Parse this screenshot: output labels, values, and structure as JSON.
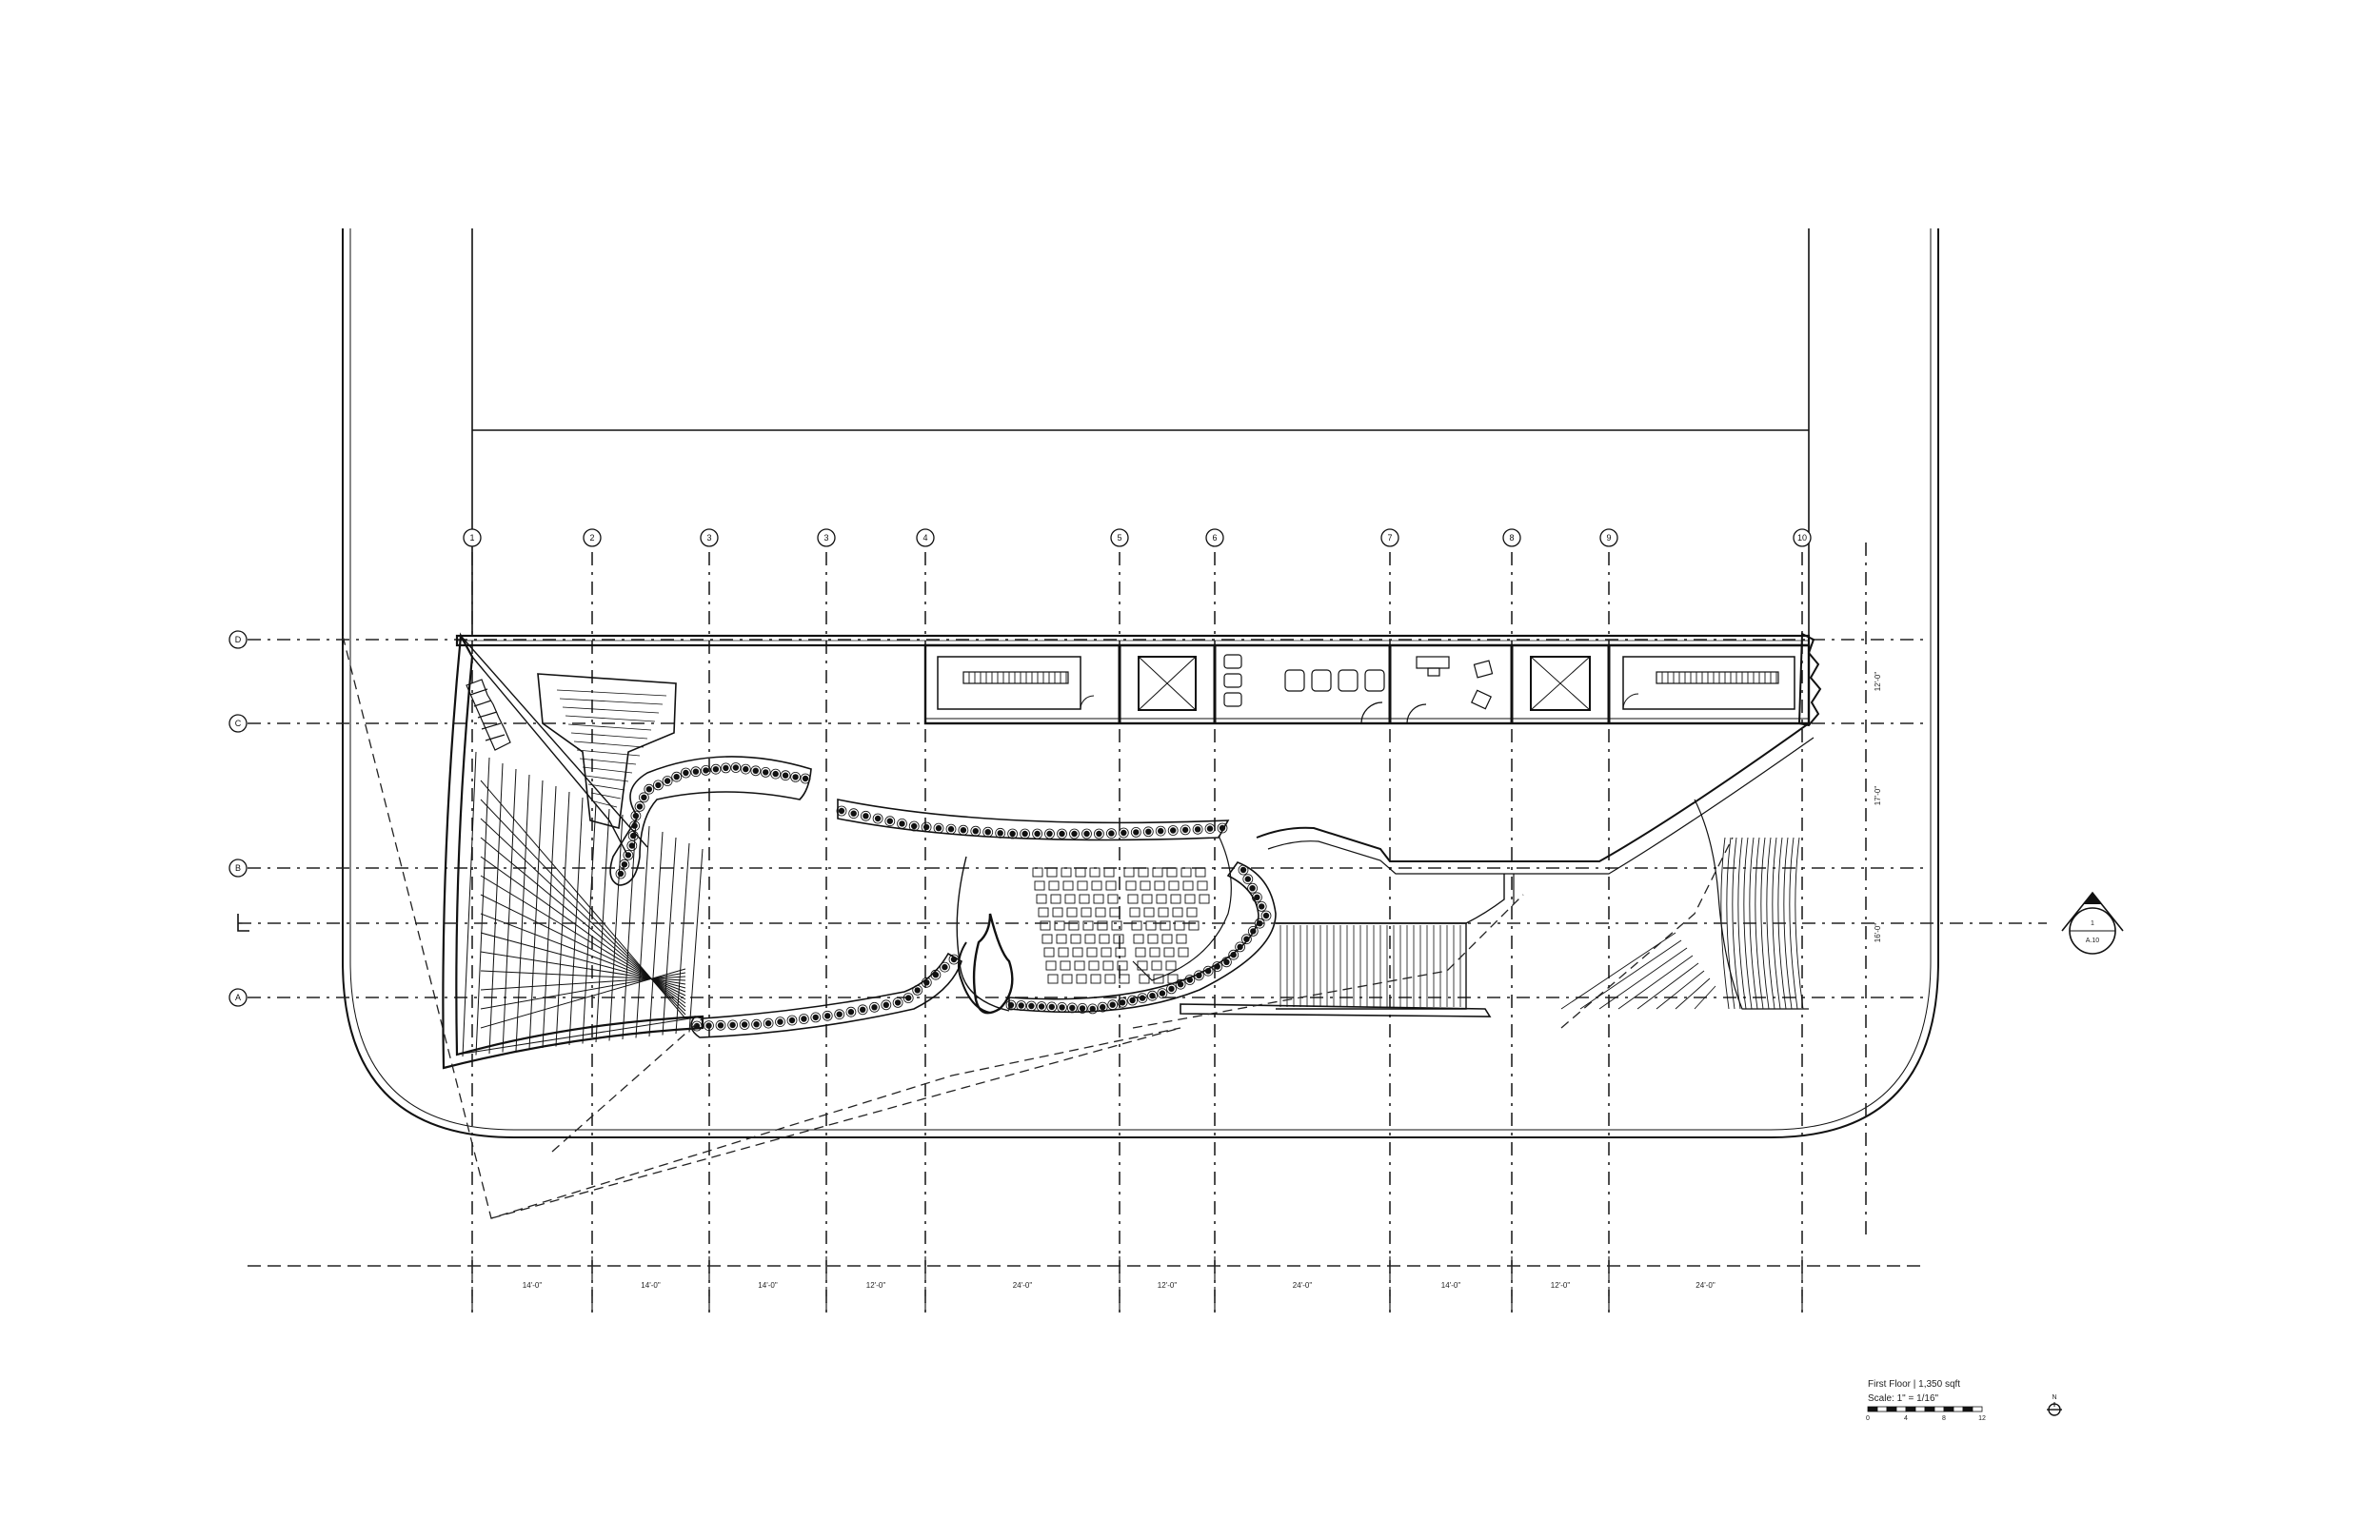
{
  "drawing": {
    "title_block": {
      "floor_label": "First Floor | 1,350 sqft",
      "scale_label": "Scale: 1\" = 1/16\""
    },
    "scale_bar": {
      "ticks": [
        "0",
        "4",
        "8",
        "12"
      ]
    },
    "north_arrow": {
      "label": "N"
    },
    "section_marker": {
      "number": "1",
      "sheet": "A.10"
    },
    "grid_columns": [
      "1",
      "2",
      "3",
      "3",
      "4",
      "5",
      "6",
      "7",
      "8",
      "9",
      "10"
    ],
    "grid_rows": [
      "D",
      "C",
      "B",
      "A"
    ],
    "column_dimensions": [
      "14'-0\"",
      "14'-0\"",
      "14'-0\"",
      "12'-0\"",
      "24'-0\"",
      "12'-0\"",
      "24'-0\"",
      "14'-0\"",
      "12'-0\"",
      "24'-0\""
    ],
    "row_dimensions": [
      "12'-0\"",
      "17'-0\"",
      "16'-0\""
    ]
  }
}
